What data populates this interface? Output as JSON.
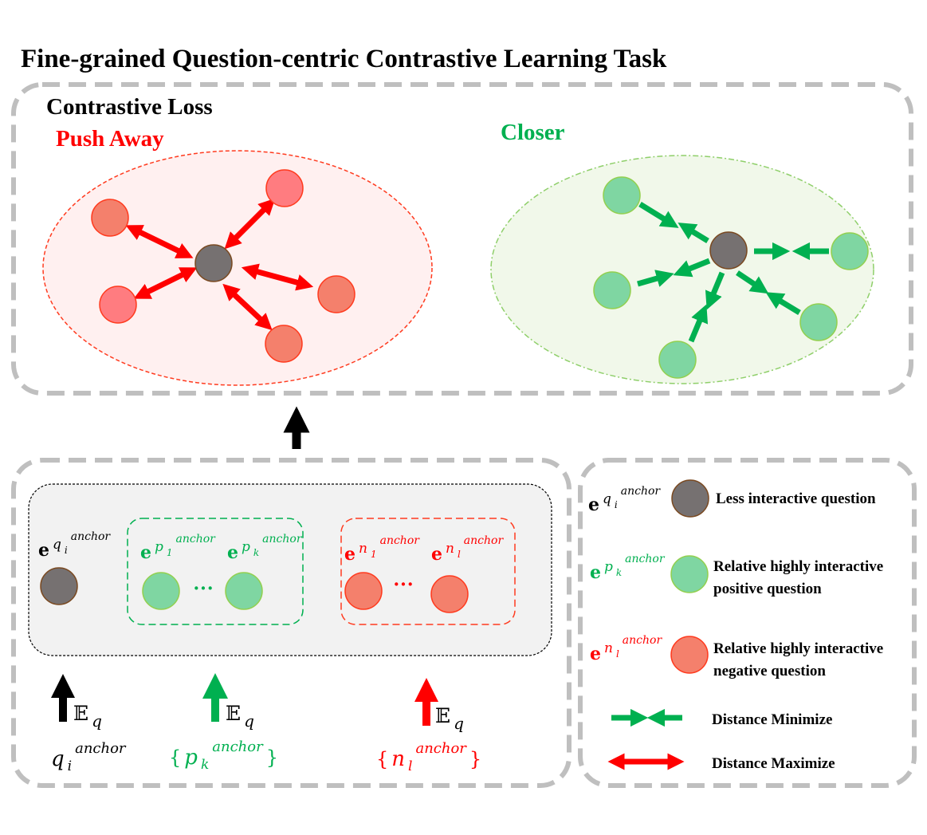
{
  "title": "Fine-grained Question-centric Contrastive Learning Task",
  "top_panel": {
    "heading": "Contrastive Loss",
    "push_label": "Push Away",
    "closer_label": "Closer"
  },
  "bottom_panel": {
    "anchor_embedding": {
      "base": "e",
      "sup": "q",
      "subsup": "i",
      "supsup": "anchor"
    },
    "pos_embedding_1": {
      "base": "e",
      "sup": "p",
      "subsup": "1",
      "supsup": "anchor"
    },
    "pos_embedding_k": {
      "base": "e",
      "sup": "p",
      "subsup": "k",
      "supsup": "anchor"
    },
    "neg_embedding_1": {
      "base": "e",
      "sup": "n",
      "subsup": "1",
      "supsup": "anchor"
    },
    "neg_embedding_l": {
      "base": "e",
      "sup": "n",
      "subsup": "l",
      "supsup": "anchor"
    },
    "ellipsis": "···",
    "encoder": {
      "symbol": "𝔼",
      "sub": "q"
    },
    "anchor_input": {
      "base": "q",
      "sub": "i",
      "sup": "anchor"
    },
    "pos_input": {
      "open": "{",
      "base": "p",
      "sub": "k",
      "sup": "anchor",
      "close": "}"
    },
    "neg_input": {
      "open": "{",
      "base": "n",
      "sub": "l",
      "sup": "anchor",
      "close": "}"
    }
  },
  "legend": {
    "less_interactive": "Less interactive question",
    "positive_line1": "Relative highly interactive",
    "positive_line2": "positive question",
    "negative_line1": "Relative highly interactive",
    "negative_line2": "negative question",
    "distance_minimize": "Distance Minimize",
    "distance_maximize": "Distance Maximize"
  },
  "colors": {
    "red": "#ff0000",
    "green": "#00b050",
    "grey_node": "#767171",
    "red_node": "#f4806c",
    "pink_node": "#ff7c80",
    "green_node": "#7fd6a2",
    "panel_border": "#bfbfbf"
  }
}
